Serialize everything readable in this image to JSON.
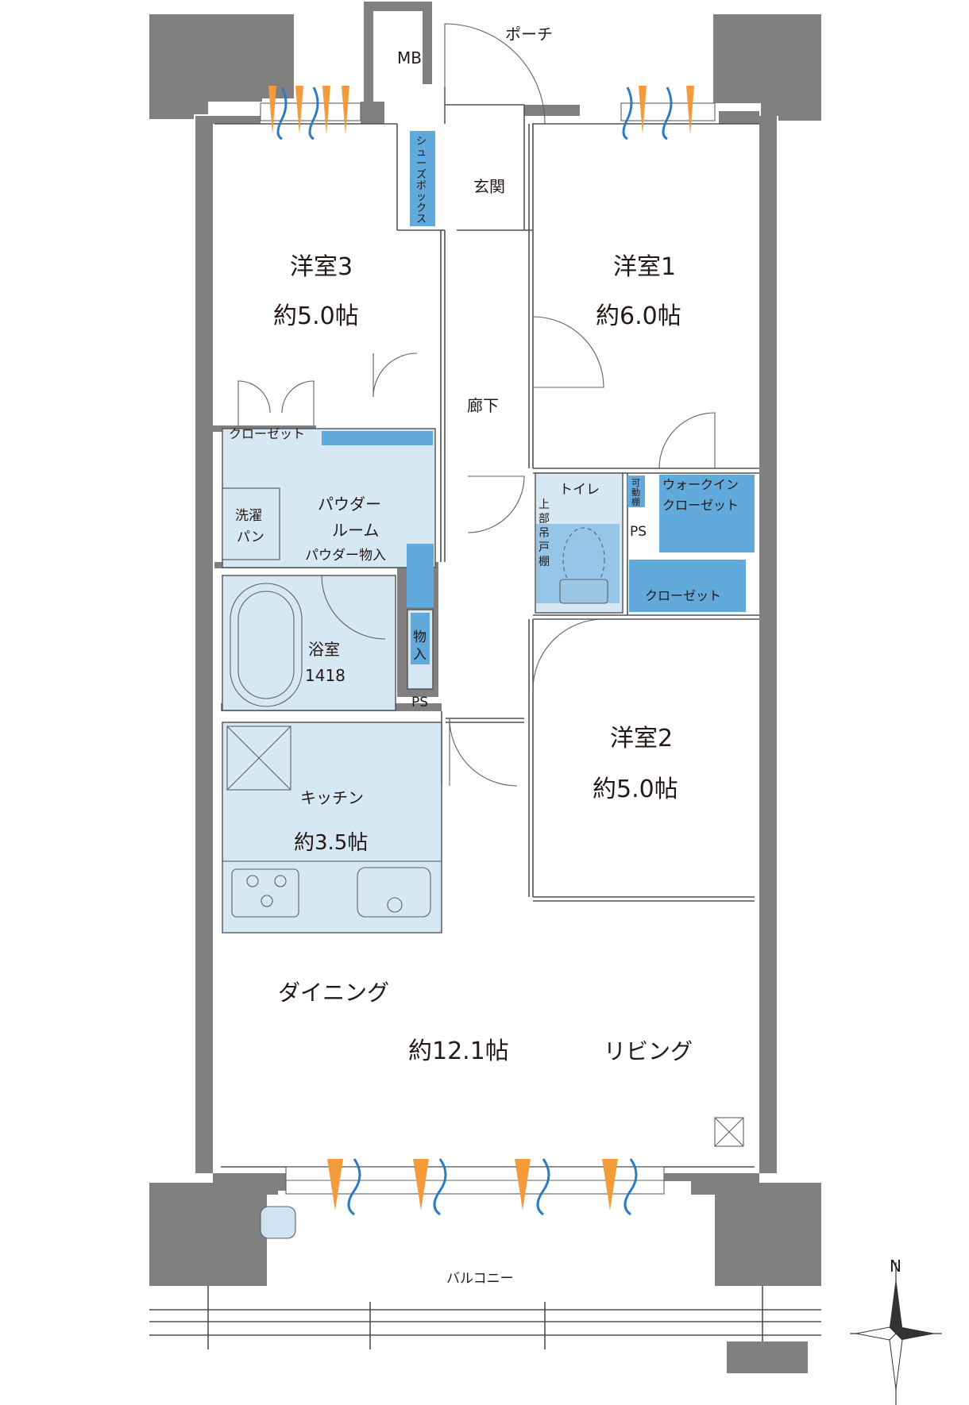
{
  "rooms": {
    "western3": {
      "name": "洋室3",
      "size": "約5.0帖"
    },
    "western1": {
      "name": "洋室1",
      "size": "約6.0帖"
    },
    "western2": {
      "name": "洋室2",
      "size": "約5.0帖"
    },
    "kitchen": {
      "name": "キッチン",
      "size": "約3.5帖"
    },
    "ldk": {
      "dining": "ダイニング",
      "size": "約12.1帖",
      "living": "リビング"
    }
  },
  "labels": {
    "porch": "ポーチ",
    "mb": "MB",
    "entrance": "玄関",
    "shoebox": [
      "シ",
      "ュ",
      "ー",
      "ズ",
      "ボ",
      "ッ",
      "ク",
      "ス"
    ],
    "hallway": "廊下",
    "closet3": "クローゼット",
    "powder_room": [
      "パウダー",
      "ルーム"
    ],
    "powder_storage": "パウダー物入",
    "washer_pan": [
      "洗濯",
      "パン"
    ],
    "bath": [
      "浴室",
      "1418"
    ],
    "storage": [
      "物",
      "入"
    ],
    "ps_bath": "PS",
    "toilet": "トイレ",
    "upper_cabinet": [
      "上",
      "部",
      "吊",
      "戸",
      "棚"
    ],
    "movable_shelf": [
      "可",
      "動",
      "棚"
    ],
    "ps_toilet": "PS",
    "walkin": [
      "ウォークイン",
      "クローゼット"
    ],
    "closet2": "クローゼット",
    "balcony": "バルコニー",
    "north": "N"
  },
  "colors": {
    "wall": "#808080",
    "wet_area": "#d5e8f4",
    "storage": "#62a9dc",
    "wind_arrow": "#f39a3a",
    "wind_wave": "#2d7cc1"
  }
}
